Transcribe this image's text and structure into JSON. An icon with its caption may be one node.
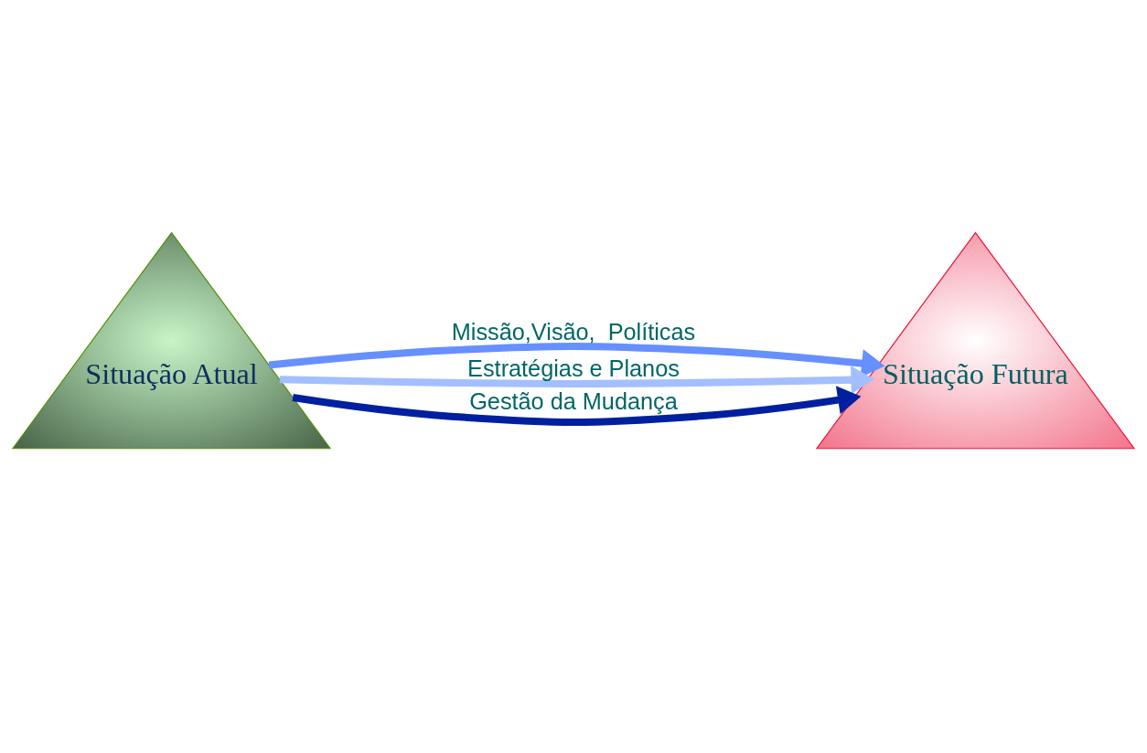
{
  "diagram": {
    "nodes": [
      {
        "text": [
          "Situação Atual"
        ]
      },
      {
        "text": [
          "Situação Futura"
        ]
      }
    ],
    "edges": [
      {
        "from": 0,
        "to": 1,
        "arrow": "to",
        "label": "Missão,Visão,  Políticas",
        "color": "#6690ff"
      },
      {
        "from": 0,
        "to": 1,
        "arrow": "to",
        "label": "Estratégias e Planos",
        "color": "#a3bfff"
      },
      {
        "from": 0,
        "to": 1,
        "arrow": "to",
        "label": "Gestão da Mudança",
        "color": "#00209f"
      }
    ]
  }
}
